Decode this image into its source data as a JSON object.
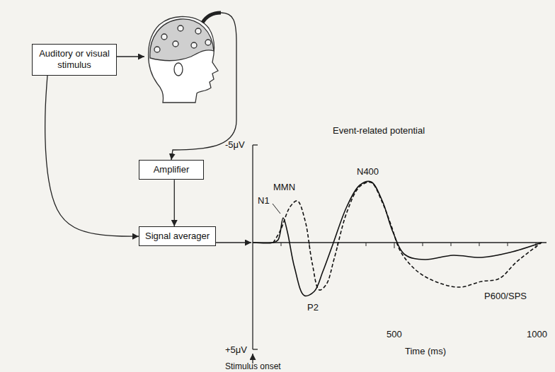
{
  "diagram": {
    "nodes": [
      {
        "text": [
          "Auditory or visual stimulus"
        ]
      },
      {
        "text": [
          "Amplifier"
        ]
      },
      {
        "text": [
          "Signal averager"
        ]
      }
    ],
    "edges": [
      {
        "from": 0,
        "to": 2,
        "arrow": "to"
      },
      {
        "from": 1,
        "to": 2,
        "arrow": "to"
      }
    ],
    "labels": [
      "Event-related potential",
      "-5μV",
      "+5μV",
      "N1",
      "MMN",
      "N400",
      "P2",
      "P600/SPS",
      "500",
      "1000",
      "Time (ms)",
      "Stimulus onset"
    ]
  }
}
